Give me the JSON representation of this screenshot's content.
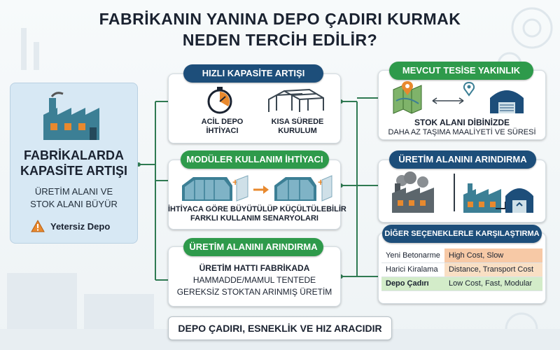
{
  "title": {
    "line1": "FABRİKANIN YANINA DEPO ÇADIRI KURMAK",
    "line2": "NEDEN TERCİH EDİLİR?"
  },
  "left_panel": {
    "heading1": "FABRİKALARDA",
    "heading2": "KAPASİTE ARTIŞI",
    "sub1": "ÜRETİM ALANI VE",
    "sub2": "STOK ALANI BÜYÜR",
    "warning": "Yetersiz Depo"
  },
  "hizli": {
    "pill": "HIZLI KAPASİTE ARTIŞI",
    "item1_line1": "ACİL DEPO",
    "item1_line2": "İHTİYACI",
    "item2_line1": "KISA SÜREDE",
    "item2_line2": "KURULUM"
  },
  "moduler": {
    "pill": "MODÜLER KULLANIM İHTİYACI",
    "line1": "İHTİYACA GÖRE BÜYÜTÜLÜP KÜÇÜLTÜLEBİLİR",
    "line2": "FARKLI KULLANIM SENARYOLARI"
  },
  "uretim_left": {
    "pill": "ÜRETİM ALANINI ARINDIRMA",
    "line1": "ÜRETİM HATTI FABRİKADA",
    "line2": "HAMMADDE/MAMUL TENTEDE",
    "line3": "GEREKSİZ STOKTAN ARINMIŞ ÜRETİM"
  },
  "mevcut": {
    "pill": "MEVCUT TESİSE YAKINLIK",
    "line1": "STOK ALANI DİBİNİZDE",
    "line2": "DAHA AZ TAŞIMA MAALİYETİ VE SÜRESİ"
  },
  "uretim_right": {
    "pill": "ÜRETİM ALANINI ARINDIRMA"
  },
  "compare": {
    "pill": "DİĞER SEÇENEKLERLE KARŞILAŞTIRMA",
    "rows": [
      {
        "option": "Yeni Betonarme",
        "result": "High Cost, Slow",
        "color": "#f7c9a6"
      },
      {
        "option": "Harici Kiralama",
        "result": "Distance, Transport Cost",
        "color": "#f9dfc4"
      },
      {
        "option": "Depo Çadırı",
        "result": "Low Cost, Fast, Modular",
        "color": "#d3ecc9"
      }
    ]
  },
  "bottom": {
    "text": "DEPO ÇADIRI, ESNEKLİK VE HIZ ARACIDIR"
  },
  "colors": {
    "navy": "#1d4e7a",
    "green": "#2e9a4b",
    "orange": "#e8892e",
    "teal": "#3c7f95"
  }
}
